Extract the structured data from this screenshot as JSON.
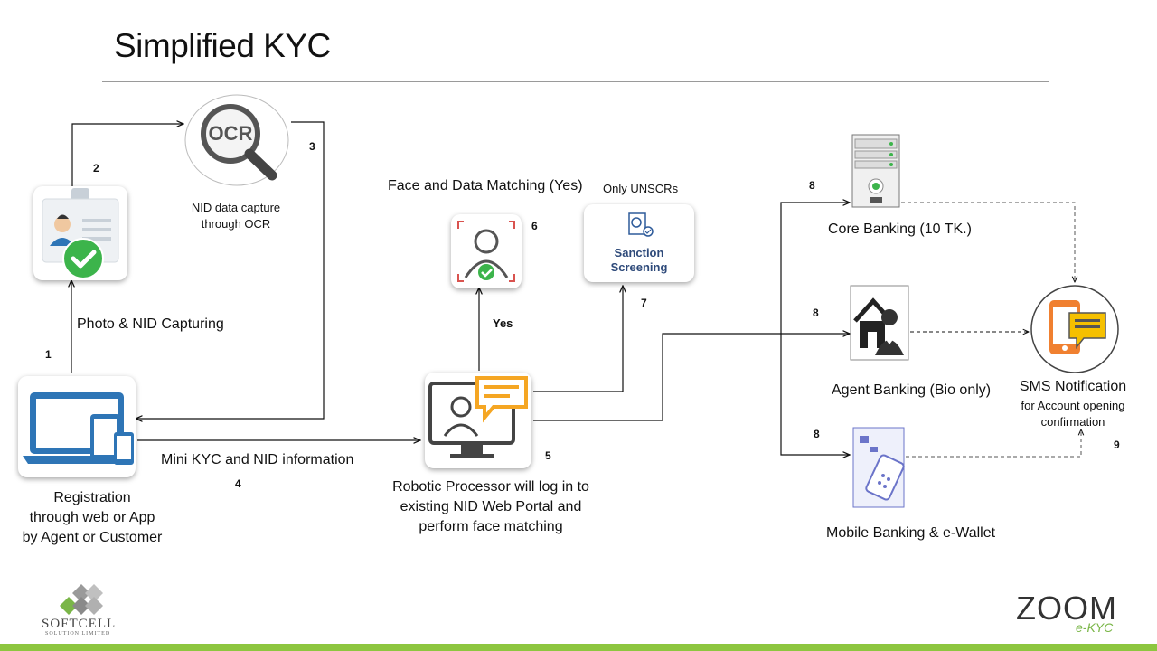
{
  "title": "Simplified KYC",
  "nodes": {
    "ocr": {
      "icon_text": "OCR",
      "caption_line1": "NID data capture",
      "caption_line2": "through OCR"
    },
    "photo": {
      "caption": "Photo & NID  Capturing"
    },
    "registration": {
      "line1": "Registration",
      "line2": "through web or App",
      "line3": "by Agent or Customer"
    },
    "robotic": {
      "line1": "Robotic Processor will  log in to",
      "line2": "existing NID Web Portal and",
      "line3": "perform face matching"
    },
    "face_match": {
      "caption": "Face and Data Matching (Yes)"
    },
    "sanction": {
      "heading": "Only UNSCRs",
      "line1": "Sanction",
      "line2": "Screening"
    },
    "core_banking": {
      "caption": "Core Banking (10 TK.)"
    },
    "agent_banking": {
      "caption": "Agent Banking (Bio only)"
    },
    "mobile_banking": {
      "caption": "Mobile Banking & e-Wallet"
    },
    "sms": {
      "line1": "SMS Notification",
      "line2": "for  Account opening",
      "line3": "confirmation"
    }
  },
  "edges": {
    "mini_kyc_label": "Mini KYC and NID information",
    "yes_label": "Yes"
  },
  "step_numbers": {
    "s1": "1",
    "s2": "2",
    "s3": "3",
    "s4": "4",
    "s5": "5",
    "s6": "6",
    "s7": "7",
    "s8a": "8",
    "s8b": "8",
    "s8c": "8",
    "s9": "9"
  },
  "branding": {
    "left_logo": "SOFTCELL",
    "left_logo_sub": "SOLUTION LIMITED",
    "right_logo": "ZOOM",
    "right_logo_sub": "e-KYC"
  },
  "colors": {
    "accent_green": "#8dc63f",
    "device_blue": "#2e75b6",
    "check_green": "#3cb44b",
    "bubble_orange": "#f5a623",
    "phone_orange": "#f08030"
  }
}
